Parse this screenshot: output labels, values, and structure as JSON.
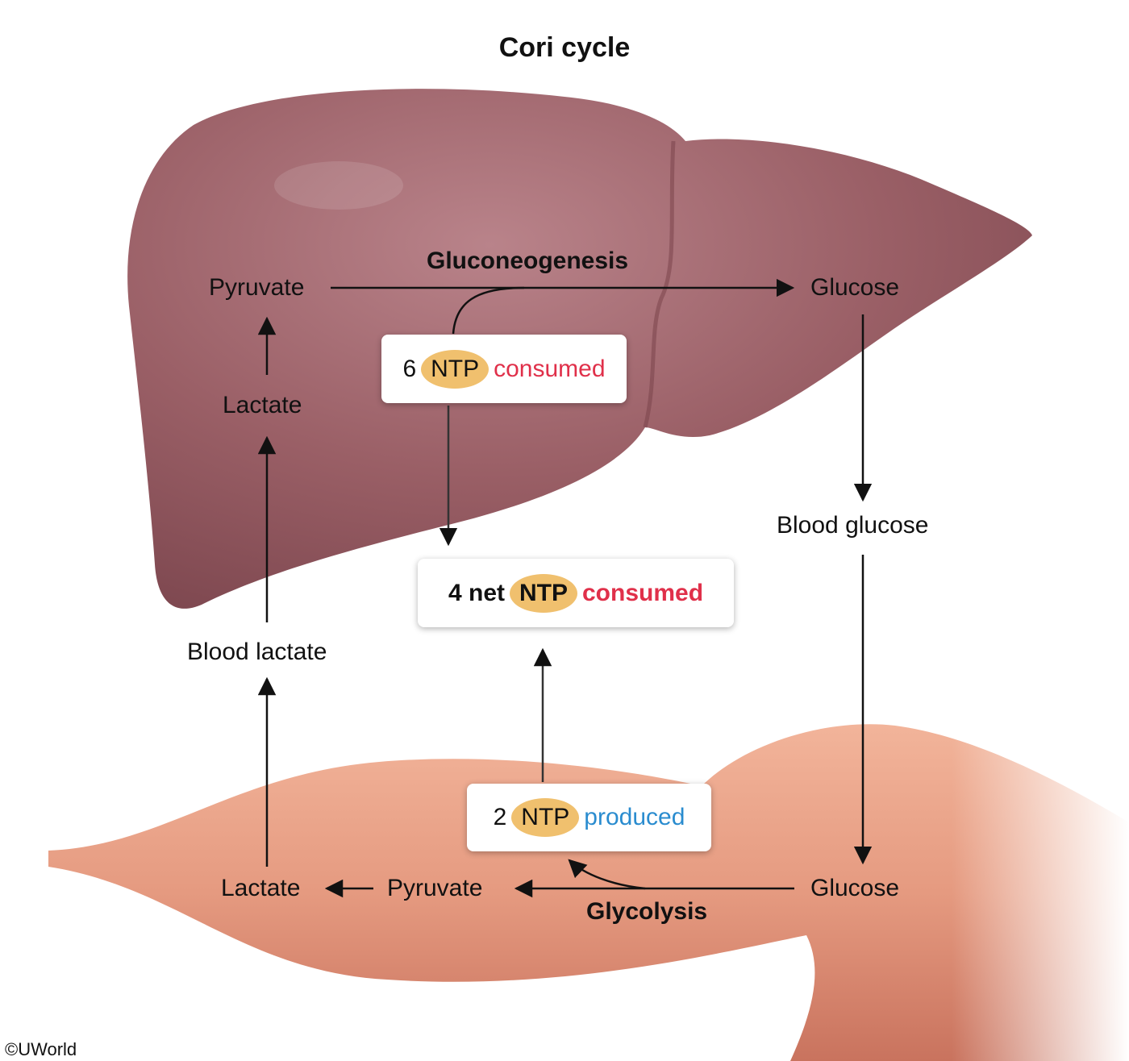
{
  "title": "Cori cycle",
  "liver": {
    "pathway": "Gluconeogenesis",
    "pyruvate": "Pyruvate",
    "glucose": "Glucose",
    "lactate": "Lactate",
    "box": {
      "count": "6",
      "ntp": "NTP",
      "status": "consumed"
    }
  },
  "blood": {
    "glucose": "Blood glucose",
    "lactate": "Blood lactate"
  },
  "net_box": {
    "count": "4 net",
    "ntp": "NTP",
    "status": "consumed"
  },
  "muscle": {
    "pathway": "Glycolysis",
    "lactate": "Lactate",
    "pyruvate": "Pyruvate",
    "glucose": "Glucose",
    "box": {
      "count": "2",
      "ntp": "NTP",
      "status": "produced"
    }
  },
  "copyright": "©UWorld",
  "colors": {
    "consumed": "#e0304a",
    "produced": "#2a8ccf",
    "ntp_oval": "#f0c06e",
    "liver": "#9a5f66",
    "muscle": "#e59a80"
  }
}
